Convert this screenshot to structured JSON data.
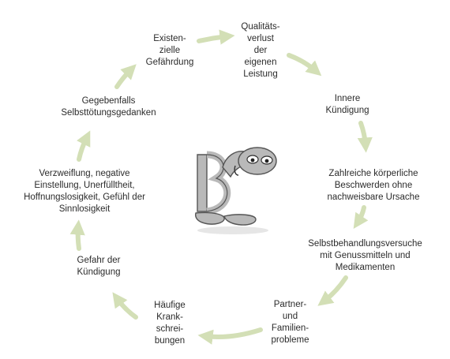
{
  "colors": {
    "arrow": "#d3dfb6",
    "text": "#2b2b2b",
    "mascot_fill": "#b9b9b9",
    "mascot_stroke": "#555555"
  },
  "cycle": {
    "nodes": [
      {
        "id": "existenzielle-gefaehrdung",
        "lines": [
          "Existen-",
          "zielle",
          "Gefährdung"
        ]
      },
      {
        "id": "qualitaetsverlust",
        "lines": [
          "Qualitäts-",
          "verlust",
          "der",
          "eigenen",
          "Leistung"
        ]
      },
      {
        "id": "innere-kuendigung",
        "lines": [
          "Innere",
          "Kündigung"
        ]
      },
      {
        "id": "koerperliche-beschwerden",
        "lines": [
          "Zahlreiche körperliche",
          "Beschwerden ohne",
          "nachweisbare Ursache"
        ]
      },
      {
        "id": "selbstbehandlung",
        "lines": [
          "Selbstbehandlungsversuche",
          "mit Genussmitteln und",
          "Medikamenten"
        ]
      },
      {
        "id": "partner-familienprobleme",
        "lines": [
          "Partner-",
          "und",
          "Familien-",
          "probleme"
        ]
      },
      {
        "id": "krankschreibungen",
        "lines": [
          "Häufige",
          "Krank-",
          "schrei-",
          "bungen"
        ]
      },
      {
        "id": "gefahr-kuendigung",
        "lines": [
          "Gefahr der",
          "Kündigung"
        ]
      },
      {
        "id": "verzweiflung",
        "lines": [
          "Verzweiflung, negative",
          "Einstellung, Unerfülltheit,",
          "Hoffnungslosigkeit, Gefühl der",
          "Sinnlosigkeit"
        ]
      },
      {
        "id": "selbsttoetungsgedanken",
        "lines": [
          "Gegebenfalls",
          "Selbsttötungsgedanken"
        ]
      }
    ]
  }
}
